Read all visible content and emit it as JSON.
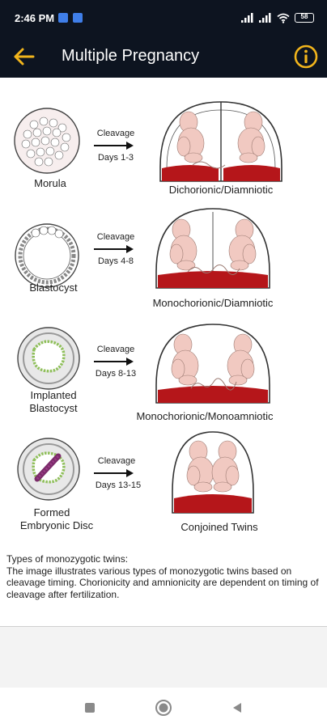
{
  "status_bar": {
    "time": "2:46 PM",
    "battery_level": "58",
    "icons": [
      "app-notification-icon-1",
      "app-notification-icon-2",
      "signal-icon",
      "signal-icon",
      "wifi-icon",
      "battery-icon"
    ]
  },
  "app_bar": {
    "title": "Multiple Pregnancy",
    "back_icon": "arrow-left-icon",
    "info_icon": "info-icon",
    "accent_color": "#f2b51c",
    "background_color": "#0d1420"
  },
  "figure": {
    "rows": [
      {
        "stage": [
          "Morula"
        ],
        "arrow_top": "Cleavage",
        "arrow_bottom": "Days 1-3",
        "result": "Dichorionic/Diamniotic"
      },
      {
        "stage": [
          "Blastocyst"
        ],
        "arrow_top": "Cleavage",
        "arrow_bottom": "Days 4-8",
        "result": "Monochorionic/Diamniotic"
      },
      {
        "stage": [
          "Implanted",
          "Blastocyst"
        ],
        "arrow_top": "Cleavage",
        "arrow_bottom": "Days 8-13",
        "result": "Monochorionic/Monoamniotic"
      },
      {
        "stage": [
          "Formed",
          "Embryonic Disc"
        ],
        "arrow_top": "Cleavage",
        "arrow_bottom": "Days 13-15",
        "result": "Conjoined Twins"
      }
    ],
    "colors": {
      "fetus": "#f1c9c1",
      "placenta": "#b5161a",
      "membrane": "#444444"
    }
  },
  "caption": {
    "heading": "Types of monozygotic twins:",
    "body": "The image illustrates various types of monozygotic twins based on cleavage timing. Chorionicity and amnionicity are dependent on timing of cleavage after fertilization."
  },
  "nav_bar": {
    "icons": [
      "recents-square-icon",
      "home-circle-icon",
      "back-triangle-icon"
    ]
  }
}
